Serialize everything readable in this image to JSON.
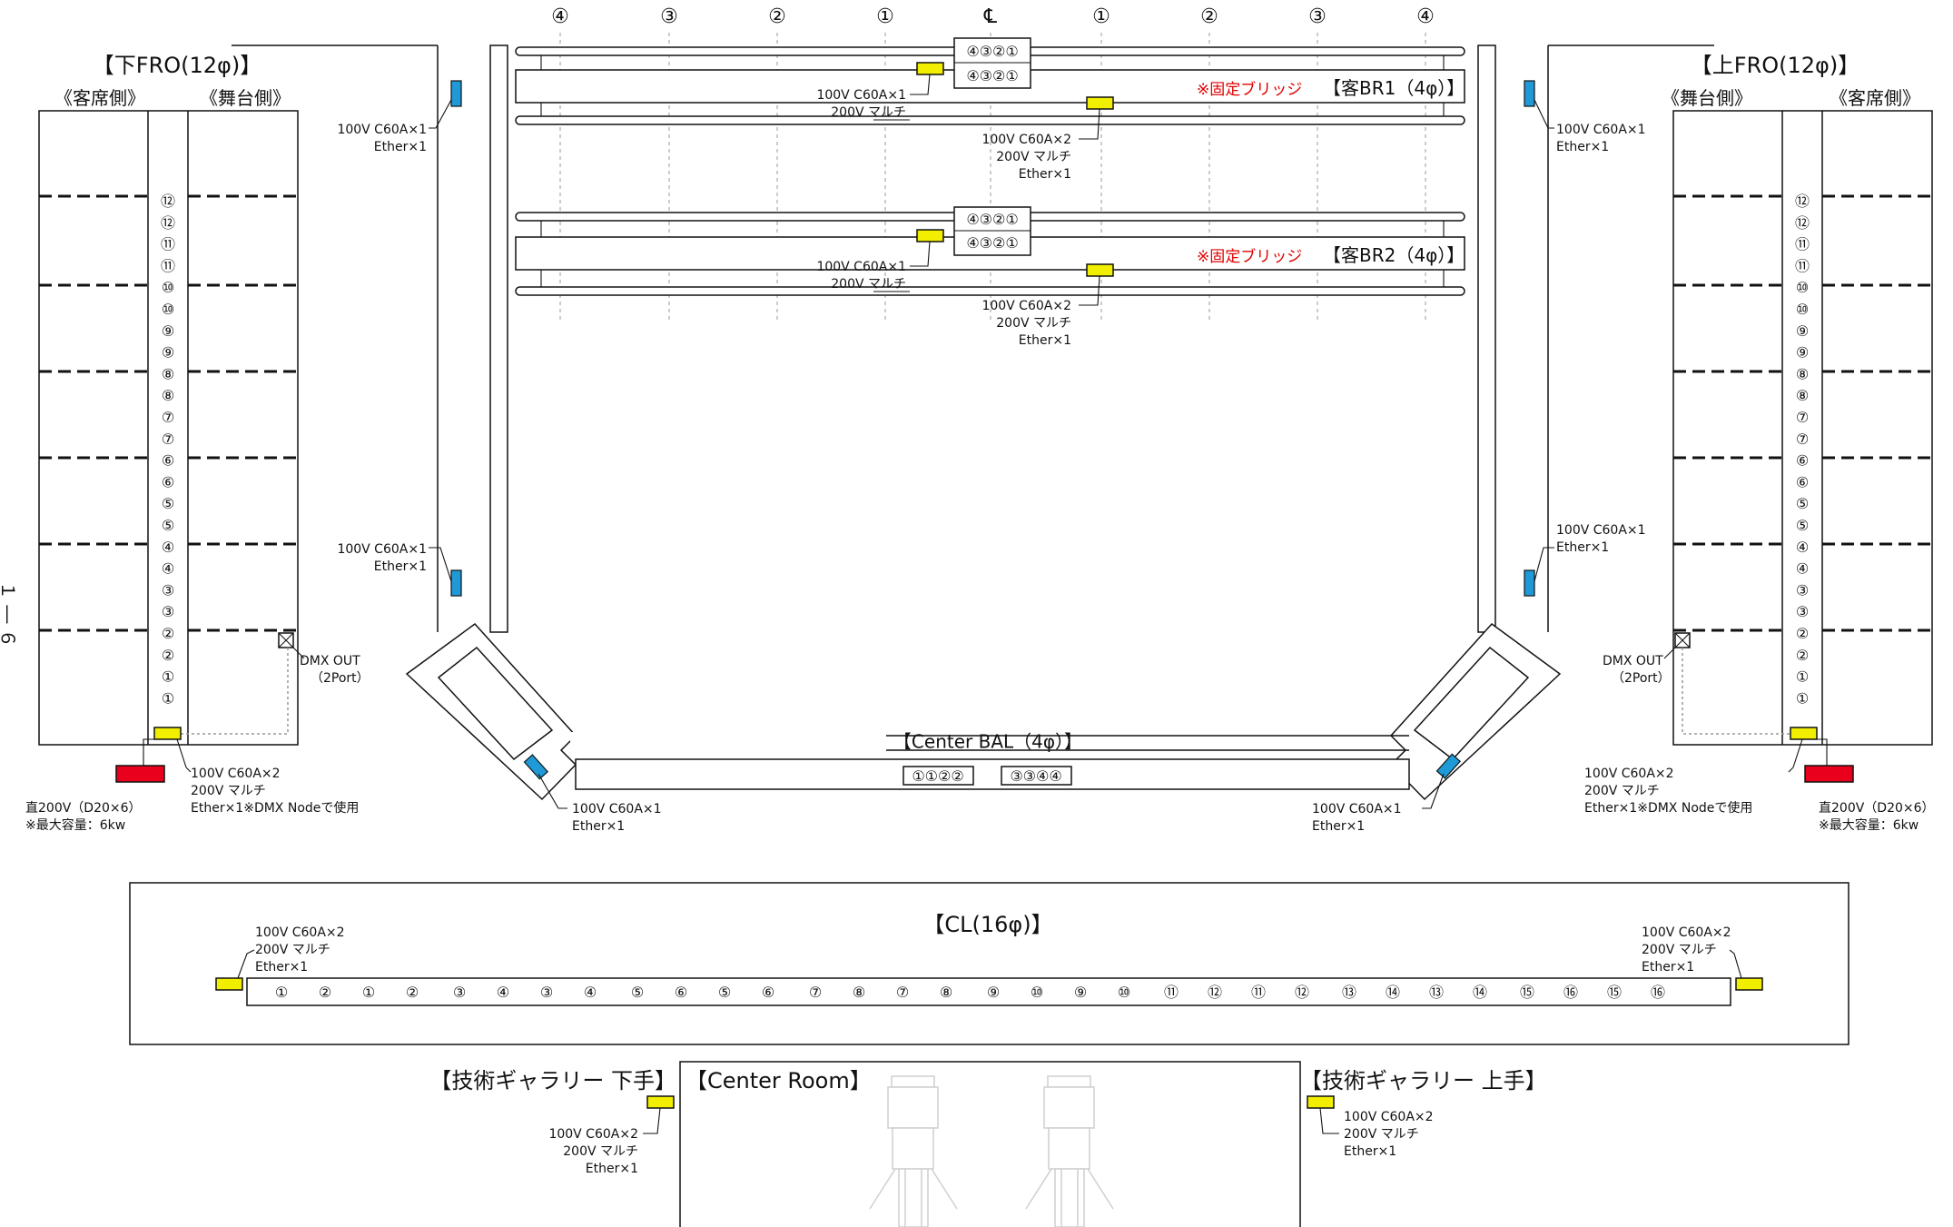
{
  "colors": {
    "outlet": "#f2ee00",
    "node": "#1f9ad6",
    "power": "#e8001c",
    "red_text": "#e00000"
  },
  "axis_labels": [
    "④",
    "③",
    "②",
    "①",
    "℄",
    "①",
    "②",
    "③",
    "④"
  ],
  "left_fro": {
    "title": "【下FRO(12φ)】",
    "col_left": "《客席側》",
    "col_right": "《舞台側》",
    "circuits": [
      "⑫",
      "⑫",
      "⑪",
      "⑪",
      "⑩",
      "⑩",
      "⑨",
      "⑨",
      "⑧",
      "⑧",
      "⑦",
      "⑦",
      "⑥",
      "⑥",
      "⑤",
      "⑤",
      "④",
      "④",
      "③",
      "③",
      "②",
      "②",
      "①",
      "①"
    ],
    "dmx": [
      "DMX OUT",
      "（2Port）"
    ],
    "outlet_lines": [
      "100V C60A×2",
      "200V マルチ",
      "Ether×1※DMX Nodeで使用"
    ],
    "power_lines": [
      "直200V（D20×6）",
      "※最大容量：6kw"
    ],
    "side_label": "１ ― ６"
  },
  "right_fro": {
    "title": "【上FRO(12φ)】",
    "col_left": "《舞台側》",
    "col_right": "《客席側》",
    "circuits": [
      "⑫",
      "⑫",
      "⑪",
      "⑪",
      "⑩",
      "⑩",
      "⑨",
      "⑨",
      "⑧",
      "⑧",
      "⑦",
      "⑦",
      "⑥",
      "⑥",
      "⑤",
      "⑤",
      "④",
      "④",
      "③",
      "③",
      "②",
      "②",
      "①",
      "①"
    ],
    "dmx": [
      "DMX OUT",
      "（2Port）"
    ],
    "outlet_lines": [
      "100V C60A×2",
      "200V マルチ",
      "Ether×1※DMX Nodeで使用"
    ],
    "power_lines": [
      "直200V（D20×6）",
      "※最大容量：6kw"
    ]
  },
  "side_nodes": {
    "upper_left": [
      "100V C60A×1",
      "Ether×1"
    ],
    "lower_left": [
      "100V C60A×1",
      "Ether×1"
    ],
    "upper_right": [
      "100V C60A×1",
      "Ether×1"
    ],
    "lower_right": [
      "100V C60A×1",
      "Ether×1"
    ]
  },
  "br1": {
    "title": "【客BR1（4φ）】",
    "note": "※固定ブリッジ",
    "circ_top": "④③②①",
    "circ_bottom": "④③②①",
    "outlet_a": [
      "100V C60A×1",
      "200V マルチ"
    ],
    "outlet_b": [
      "100V C60A×2",
      "200V マルチ",
      "Ether×1"
    ]
  },
  "br2": {
    "title": "【客BR2（4φ）】",
    "note": "※固定ブリッジ",
    "circ_top": "④③②①",
    "circ_bottom": "④③②①",
    "outlet_a": [
      "100V C60A×1",
      "200V マルチ"
    ],
    "outlet_b": [
      "100V C60A×2",
      "200V マルチ",
      "Ether×1"
    ]
  },
  "center_bal": {
    "title": "【Center BAL（4φ）】",
    "box_left": "①①②②",
    "box_right": "③③④④",
    "node_left": [
      "100V C60A×1",
      "Ether×1"
    ],
    "node_right": [
      "100V C60A×1",
      "Ether×1"
    ]
  },
  "cl": {
    "title": "【CL(16φ)】",
    "left_lines": [
      "100V C60A×2",
      "200V マルチ",
      "Ether×1"
    ],
    "right_lines": [
      "100V C60A×2",
      "200V マルチ",
      "Ether×1"
    ],
    "circuits": [
      "①",
      "②",
      "①",
      "②",
      "③",
      "④",
      "③",
      "④",
      "⑤",
      "⑥",
      "⑤",
      "⑥",
      "⑦",
      "⑧",
      "⑦",
      "⑧",
      "⑨",
      "⑩",
      "⑨",
      "⑩",
      "⑪",
      "⑫",
      "⑪",
      "⑫",
      "⑬",
      "⑭",
      "⑬",
      "⑭",
      "⑮",
      "⑯",
      "⑮",
      "⑯"
    ]
  },
  "gallery_left": {
    "title": "【技術ギャラリー 下手】",
    "lines": [
      "100V C60A×2",
      "200V マルチ",
      "Ether×1"
    ]
  },
  "gallery_right": {
    "title": "【技術ギャラリー 上手】",
    "lines": [
      "100V C60A×2",
      "200V マルチ",
      "Ether×1"
    ]
  },
  "center_room": {
    "title": "【Center Room】"
  }
}
